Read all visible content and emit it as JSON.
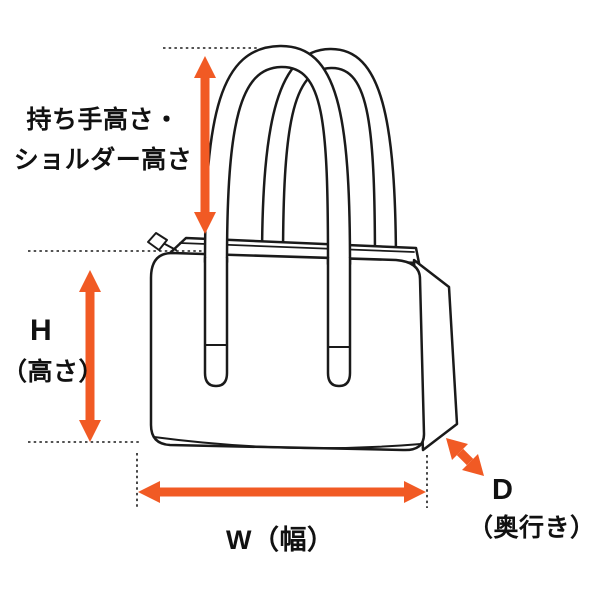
{
  "diagram": {
    "subject": "bag-measurement-guide",
    "labels": {
      "handle_height": {
        "line1": "持ち手高さ・",
        "line2": "ショルダー高さ"
      },
      "height": {
        "letter": "H",
        "sub": "（高さ）"
      },
      "width": {
        "text": "W（幅）"
      },
      "depth": {
        "letter": "D",
        "sub": "（奥行き）"
      }
    },
    "colors": {
      "arrow": "#F15A24",
      "outline": "#1A1A1A",
      "background": "#FFFFFF"
    }
  }
}
